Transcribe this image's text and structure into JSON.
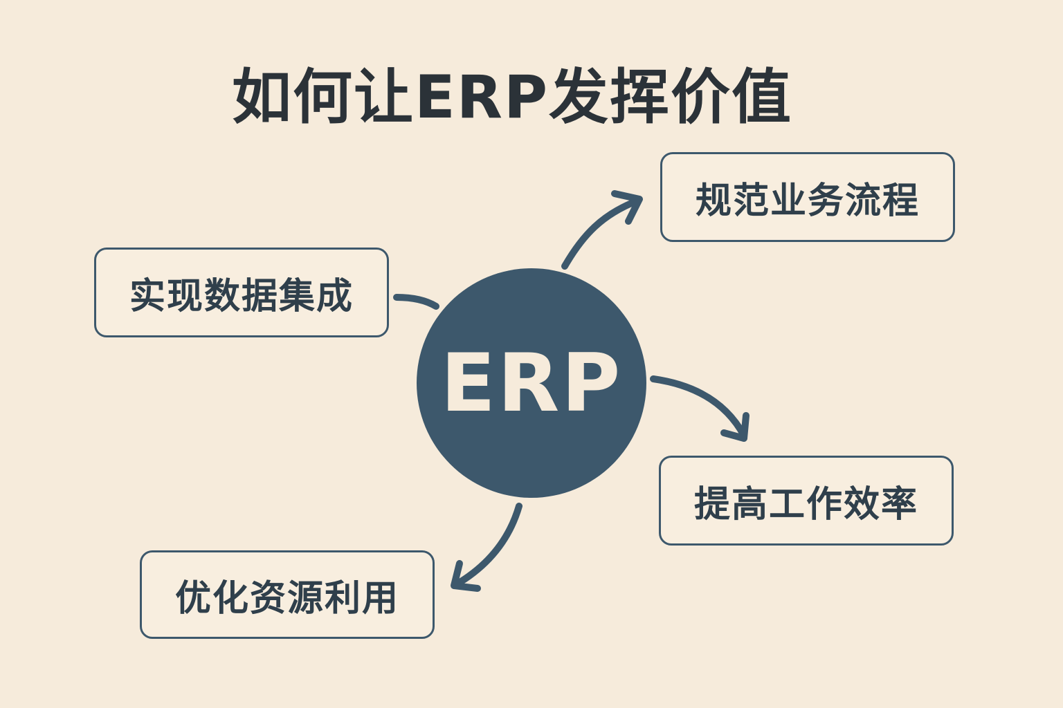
{
  "title": "如何让ERP发挥价值",
  "hub": {
    "label": "ERP"
  },
  "nodes": {
    "top_right": "规范业务流程",
    "left": "实现数据集成",
    "right": "提高工作效率",
    "bottom": "优化资源利用"
  },
  "colors": {
    "background": "#f6ebdb",
    "accent": "#3d586c",
    "text": "#2d3a44"
  }
}
